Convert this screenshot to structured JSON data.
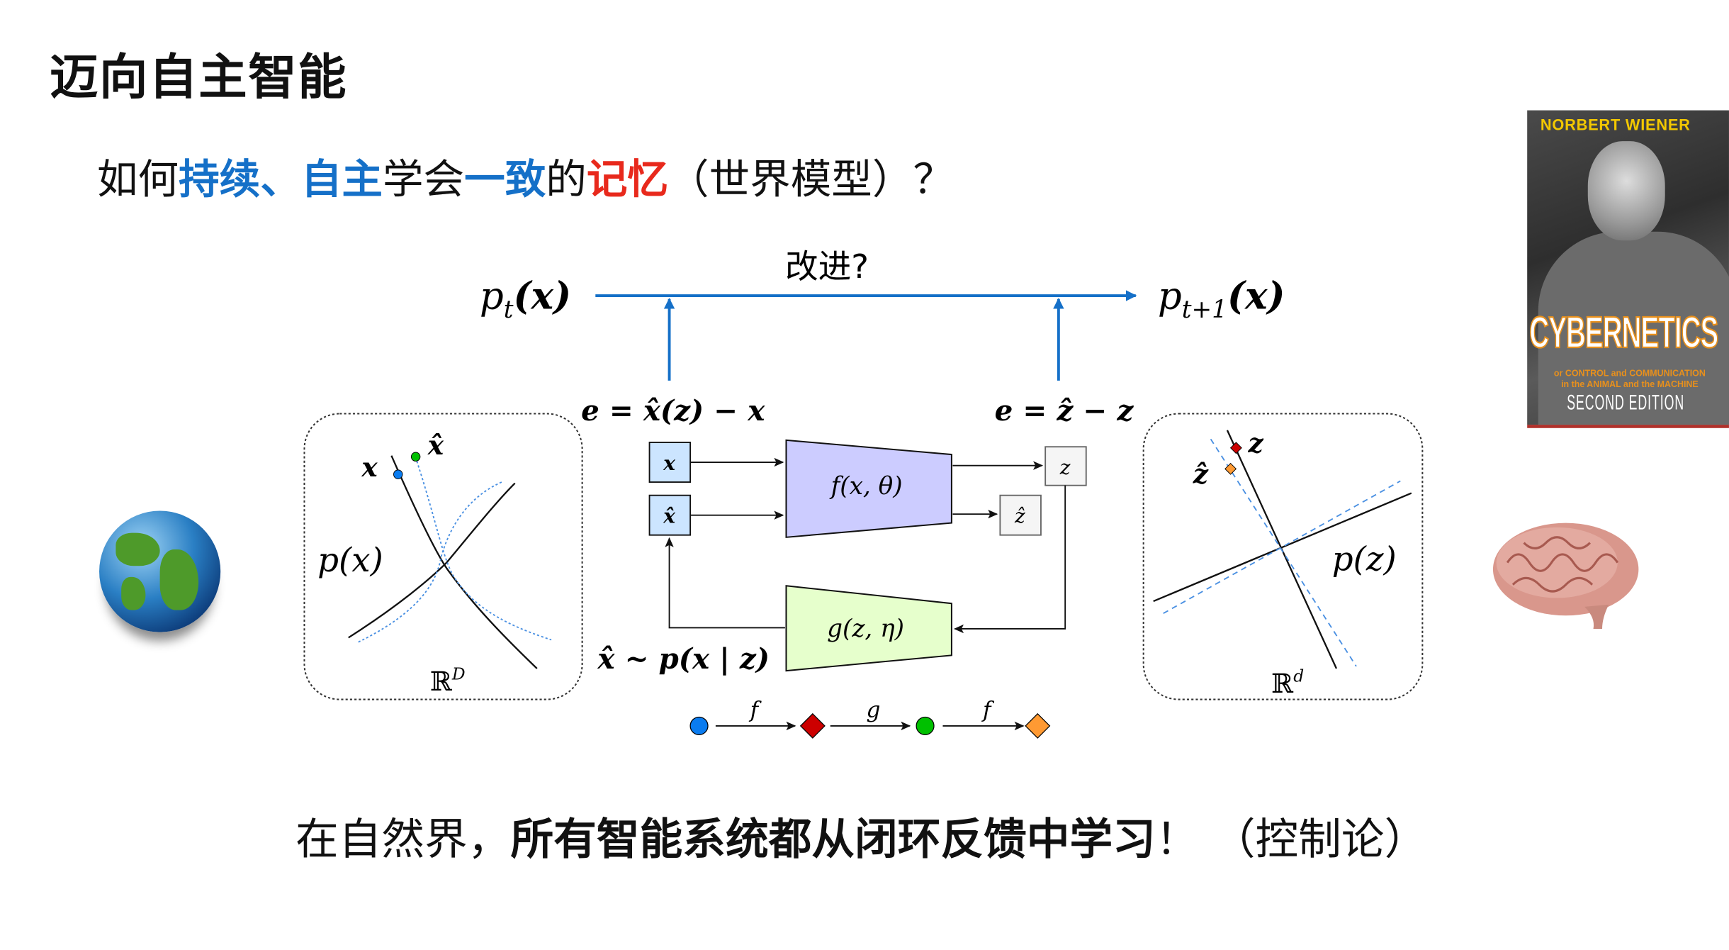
{
  "title": "迈向自主智能",
  "subtitle": {
    "p1": "如何",
    "p2": "持续、自主",
    "p3": "学会",
    "p4": "一致",
    "p5": "的",
    "p6": "记忆",
    "p7": "（世界模型）？"
  },
  "diagram": {
    "improve": "改进?",
    "pt": "p",
    "pt_sub": "t",
    "pt_arg": "(x)",
    "pt1": "p",
    "pt1_sub": "t+1",
    "pt1_arg": "(x)",
    "err_left": "e = x̂(z) − x",
    "err_right": "e = ẑ − z",
    "left_panel": {
      "x": "x",
      "xhat": "x̂",
      "px": "p(x)",
      "space": "ℝ",
      "space_sup": "D"
    },
    "right_panel": {
      "z": "z",
      "zhat": "ẑ",
      "pz": "p(z)",
      "space": "ℝ",
      "space_sup": "d"
    },
    "box_x": "x",
    "box_xhat": "x̂",
    "box_z": "z",
    "box_zhat": "ẑ",
    "encoder": "f(x, θ)",
    "decoder": "g(z, η)",
    "sample": "x̂ ~ p(x | z)",
    "chain": [
      "f",
      "g",
      "f"
    ],
    "colors": {
      "encoder": "#ccccff",
      "decoder": "#e6ffcc",
      "box_input": "#cce5ff",
      "box_latent": "#f5f5f5",
      "arrow_blue": "#1570c8",
      "blue_dot": "#0a7cf0",
      "red_diamond": "#cc0000",
      "green_dot": "#00c000",
      "orange_diamond": "#ff9a33"
    }
  },
  "book": {
    "author": "NORBERT WIENER",
    "title": "CYBERNETICS",
    "subtitle1": "or CONTROL and COMMUNICATION",
    "subtitle2": "in the ANIMAL and the MACHINE",
    "edition": "SECOND EDITION"
  },
  "bottom": {
    "p1": "在自然界，",
    "p2": "所有智能系统都从闭环反馈中学习",
    "p3": "！ （控制论）"
  }
}
